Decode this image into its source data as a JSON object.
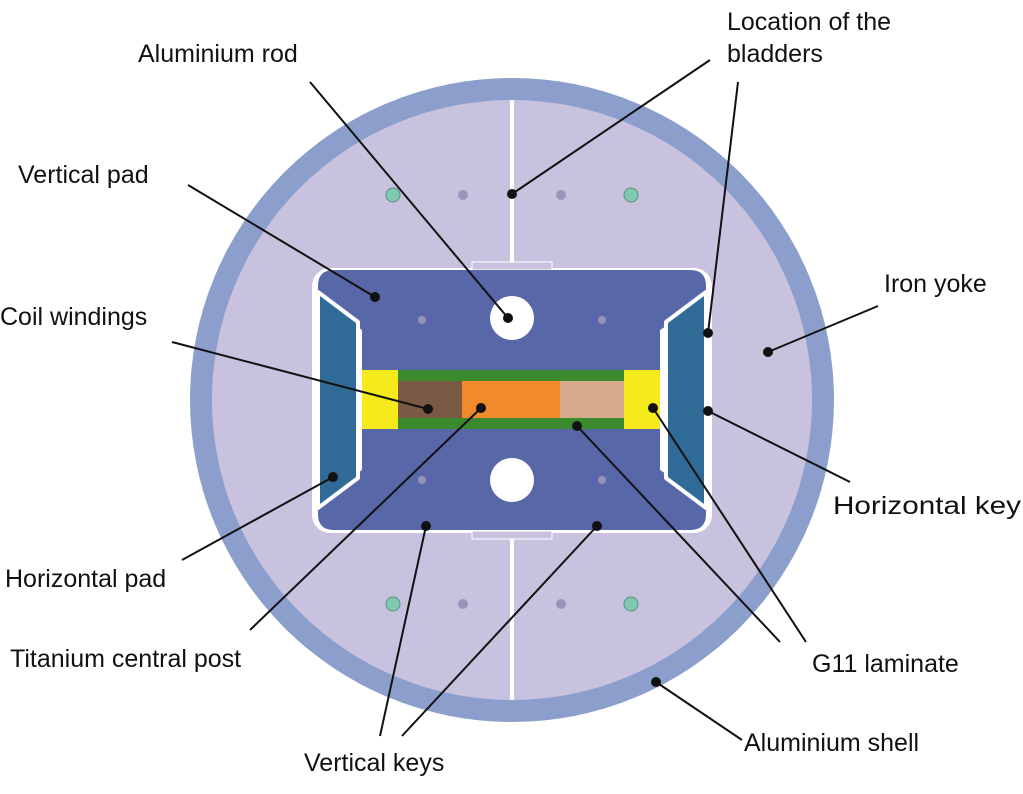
{
  "colors": {
    "shell": "#8c9fcc",
    "yoke": "#c9c2de",
    "yoke_gap": "#ffffff",
    "pads": "#5767a8",
    "horizontal_pads": "#2f6b96",
    "g11_laminate": "#3c8a2e",
    "titanium_post": "#f08a2a",
    "coil_left": "#7a5a44",
    "coil_right": "#d4aa8a",
    "horizontal_keys": "#f4ea1c",
    "rods": "#ffffff",
    "bladder_holes": "#7fc9b0",
    "pins": "#9a95b8"
  },
  "labels": {
    "aluminium_rod": "Aluminium rod",
    "bladders_line1": "Location of the",
    "bladders_line2": "bladders",
    "vertical_pad": "Vertical pad",
    "iron_yoke": "Iron yoke",
    "coil_windings": "Coil windings",
    "horizontal_key": "Horizontal key",
    "horizontal_pad": "Horizontal pad",
    "titanium_central_post": "Titanium central post",
    "g11_laminate": "G11 laminate",
    "aluminium_shell": "Aluminium shell",
    "vertical_keys": "Vertical keys"
  }
}
